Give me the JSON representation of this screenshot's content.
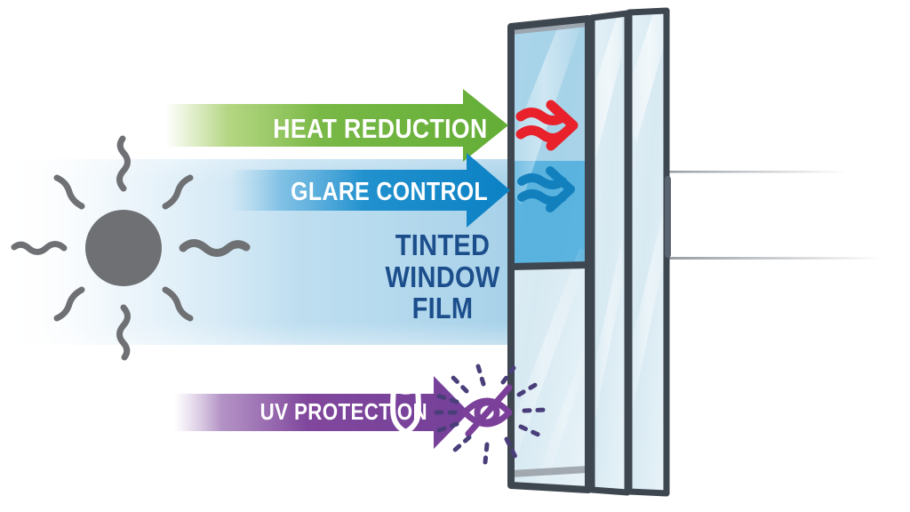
{
  "graphic": {
    "title": "Tinted Window Film Benefits Diagram",
    "background_color": "#ffffff"
  },
  "center_label": {
    "text": "TINTED\nWINDOW FILM",
    "color": "#1C4E8C"
  },
  "benefits": [
    {
      "id": "heat-reduction",
      "label": "HEAT REDUCTION",
      "color": "#6DB33F",
      "color_dark": "#5AA22F",
      "icon": "wavy-double-arrow-icon",
      "icon_color": "#E8212B"
    },
    {
      "id": "glare-control",
      "label": "GLARE CONTROL",
      "color": "#0C84C6",
      "color_dark": "#0A6FA8",
      "icon": "wavy-double-arrow-icon",
      "icon_color": "#1380BE"
    },
    {
      "id": "uv-protection",
      "label": "UV PROTECTION",
      "color": "#7B4099",
      "color_dark": "#6A3485",
      "icon": "shield-icon",
      "secondary_icon": "eye-slash-icon",
      "icon_color": "#7B4099"
    }
  ],
  "sun": {
    "name": "sun-icon",
    "color": "#6E7073",
    "ray_count": 8
  },
  "window": {
    "name": "sliding-glass-door",
    "frame_color": "#3E4650",
    "glass_color": "#DCECF3",
    "tint_color": "#6BB7DE",
    "panel_count": 3
  },
  "light_band": {
    "color_start": "#ffffff",
    "color_end": "#A9D4EA"
  }
}
